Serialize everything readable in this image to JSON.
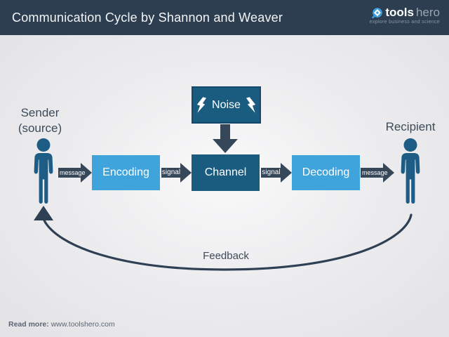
{
  "header": {
    "title": "Communication Cycle by Shannon and Weaver",
    "logo": {
      "brand_bold": "tools",
      "brand_light": "hero",
      "tagline": "explore business and science",
      "icon": "magnifier-gear-icon"
    }
  },
  "diagram": {
    "sender_label": [
      "Sender",
      "(source)"
    ],
    "recipient_label": "Recipient",
    "noise_label": "Noise",
    "noise_icons": "lightning-icon",
    "encoding_label": "Encoding",
    "channel_label": "Channel",
    "decoding_label": "Decoding",
    "arrow_labels": {
      "left_message": "message",
      "left_signal": "signal",
      "right_signal": "signal",
      "right_message": "message"
    },
    "feedback_label": "Feedback"
  },
  "footer": {
    "read_more_label": "Read more:",
    "url": "www.toolshero.com"
  },
  "colors": {
    "header_bg": "#2c3e50",
    "light_blue_box": "#3fa3dc",
    "dark_blue_box": "#1a5b80",
    "noise_border": "#15496b",
    "arrow_dark": "#37475a",
    "person_blue": "#1d5c84",
    "label_text": "#3d4a59",
    "feedback_stroke": "#2f4054",
    "logo_blue": "#3e9fd8"
  }
}
